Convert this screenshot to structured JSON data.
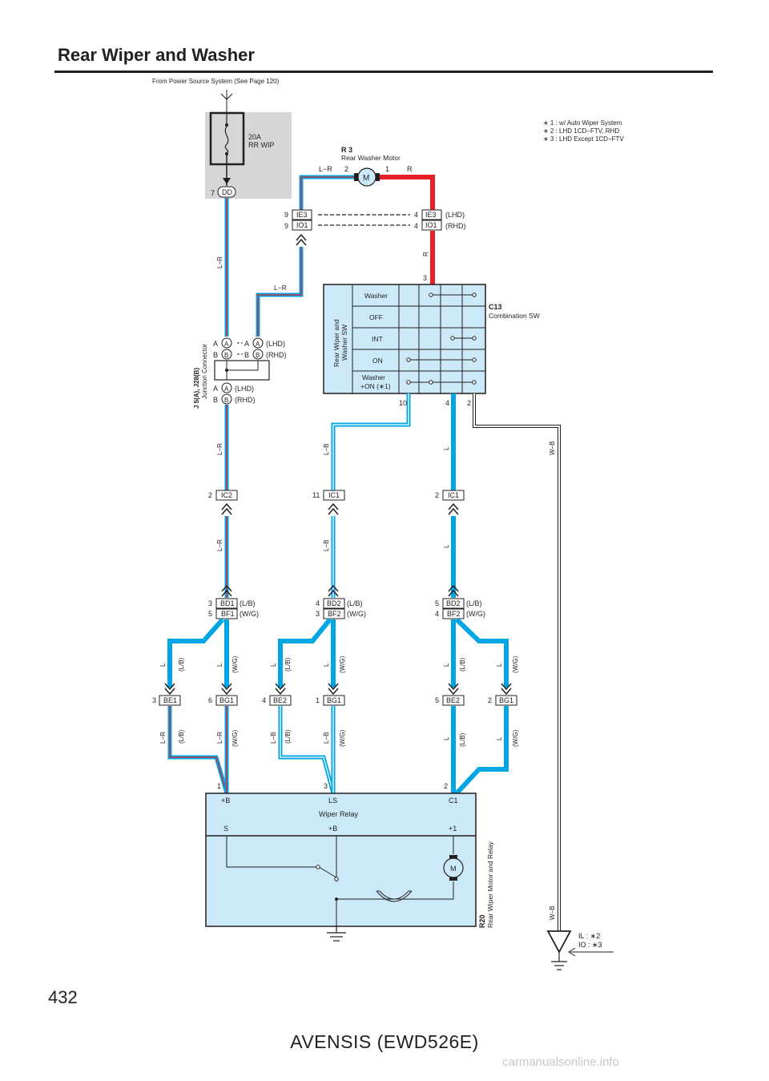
{
  "page": {
    "title": "Rear Wiper and Washer",
    "page_number": "432",
    "footer": "AVENSIS (EWD526E)",
    "watermark": "carmanualsonline.info"
  },
  "colors": {
    "blue": "#00a6e4",
    "red": "#e8202a",
    "light_blue_fill": "#cbe9f8",
    "grey_fill": "#d6d6d6",
    "line": "#231f20"
  },
  "power": {
    "source_label": "From Power Source System (See Page 120)",
    "fuse_amp": "20A",
    "fuse_name": "RR WIP",
    "dd_pin": "7",
    "dd_label": "DD"
  },
  "notes": [
    "∗ 1 : w/ Auto Wiper System",
    "∗ 2 : LHD 1CD−FTV,  RHD",
    "∗ 3 : LHD Except 1CD−FTV"
  ],
  "washer_motor": {
    "code": "R 3",
    "name": "Rear Washer Motor",
    "pin_left": "2",
    "pin_right": "1",
    "wire_left": "L−R",
    "wire_right": "R",
    "symbol": "M"
  },
  "ie3_io1": {
    "left_pin_ie3": "9",
    "left_pin_io1": "9",
    "left_ie3": "IE3",
    "left_io1": "IO1",
    "right_pin_ie3": "4",
    "right_pin_io1": "4",
    "right_ie3": "IE3",
    "right_io1": "IO1",
    "lhd": "(LHD)",
    "rhd": "(RHD)"
  },
  "wires": {
    "lr": "L−R",
    "r": "R",
    "lb": "L−B",
    "l": "L",
    "wb": "W−B",
    "lb_sub": "(L/B)",
    "wg_sub": "(W/G)"
  },
  "combo_switch": {
    "code": "C13",
    "name": "Combination SW",
    "vertical_label_1": "Rear Wiper and",
    "vertical_label_2": "Washer SW",
    "rows": [
      "Washer",
      "OFF",
      "INT",
      "ON",
      "Washer"
    ],
    "row5_sub": "+ON (∗1)",
    "pin_top": "3",
    "pin_bottom_1": "10",
    "pin_bottom_2": "4",
    "pin_bottom_3": "2"
  },
  "junction": {
    "code": "J 5(A), J28(B)",
    "name": "Junction Connector",
    "a_label": "A",
    "b_label": "B",
    "lhd": "(LHD)",
    "rhd": "(RHD)"
  },
  "connectors": {
    "ic2_pin": "2",
    "ic2": "IC2",
    "ic1a_pin": "11",
    "ic1a": "IC1",
    "ic1b_pin": "2",
    "ic1b": "IC1",
    "bd1_pin": "3",
    "bd1": "BD1",
    "bf1_pin": "5",
    "bf1": "BF1",
    "bd2a_pin": "4",
    "bd2a": "BD2",
    "bf2a_pin": "3",
    "bf2a": "BF2",
    "bd2b_pin": "5",
    "bd2b": "BD2",
    "bf2b_pin": "4",
    "bf2b": "BF2",
    "be1_pin": "3",
    "be1": "BE1",
    "bg1a_pin": "6",
    "bg1a": "BG1",
    "be2a_pin": "4",
    "be2a": "BE2",
    "bg1b_pin": "1",
    "bg1b": "BG1",
    "be2b_pin": "5",
    "be2b": "BE2",
    "bg1c_pin": "2",
    "bg1c": "BG1",
    "lb_tag": "(L/B)",
    "wg_tag": "(W/G)"
  },
  "wiper_relay": {
    "name": "Wiper Relay",
    "pin_1": "1",
    "pin_3": "3",
    "pin_2": "2",
    "term_b": "+B",
    "term_ls": "LS",
    "term_c1": "C1",
    "term_s": "S",
    "term_b2": "+B",
    "term_p1": "+1",
    "motor_symbol": "M"
  },
  "rear_wiper_motor": {
    "code": "R20",
    "name": "Rear Wiper Motor and Relay"
  },
  "ground": {
    "il": "IL : ∗2",
    "io": "IO : ∗3"
  }
}
